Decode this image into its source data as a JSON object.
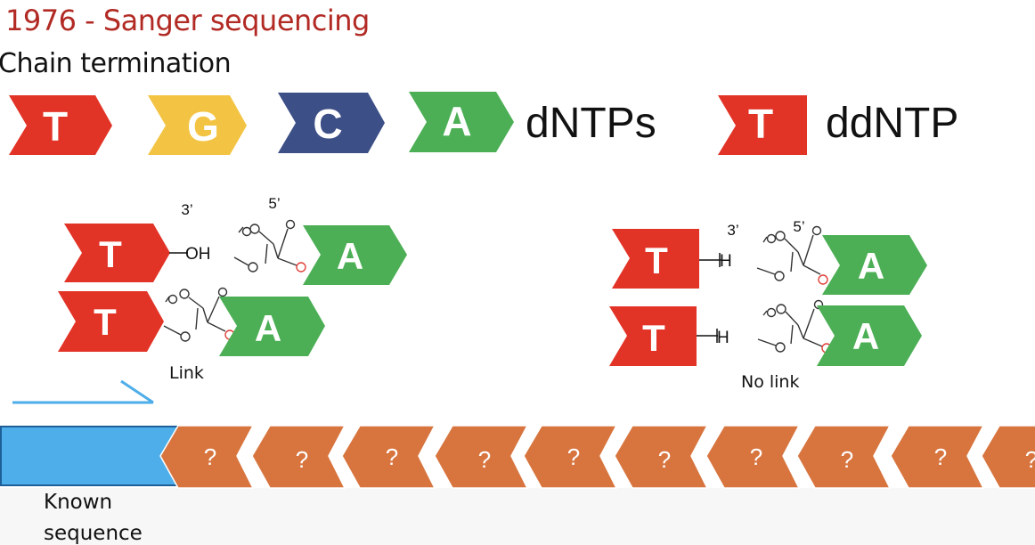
{
  "title": "1976 - Sanger sequencing",
  "subtitle": "Chain termination",
  "legend": {
    "bases": [
      {
        "letter": "T",
        "color": "#e23327"
      },
      {
        "letter": "G",
        "color": "#f3c443"
      },
      {
        "letter": "C",
        "color": "#3c4f86"
      },
      {
        "letter": "A",
        "color": "#4caf55"
      }
    ],
    "dntps_label": "dNTPs",
    "ddntp": {
      "letter": "T",
      "color": "#e23327"
    },
    "ddntp_label": "ddNTP"
  },
  "link_panel": {
    "prime3": "3’",
    "prime5": "5’",
    "group": "OH",
    "base_top": "T",
    "base_bottom": "T",
    "incoming_top": "A",
    "incoming_bottom": "A",
    "caption": "Link"
  },
  "nolink_panel": {
    "prime3": "3’",
    "prime5": "5’",
    "group_top": "H",
    "group_bottom": "H",
    "base_top": "T",
    "base_bottom": "T",
    "incoming_top": "A",
    "incoming_bottom": "A",
    "caption": "No link"
  },
  "strand": {
    "known_line1": "Known",
    "known_line2": "sequence",
    "unknown": [
      "?",
      "?",
      "?",
      "?",
      "?",
      "?",
      "?",
      "?",
      "?",
      "?"
    ],
    "colors": {
      "known": "#4eaee9",
      "unknown": "#d8753f",
      "primer": "#4eaee9"
    }
  },
  "colors": {
    "red_accent": "#e23327",
    "phosphate_o": "#e0413a"
  }
}
